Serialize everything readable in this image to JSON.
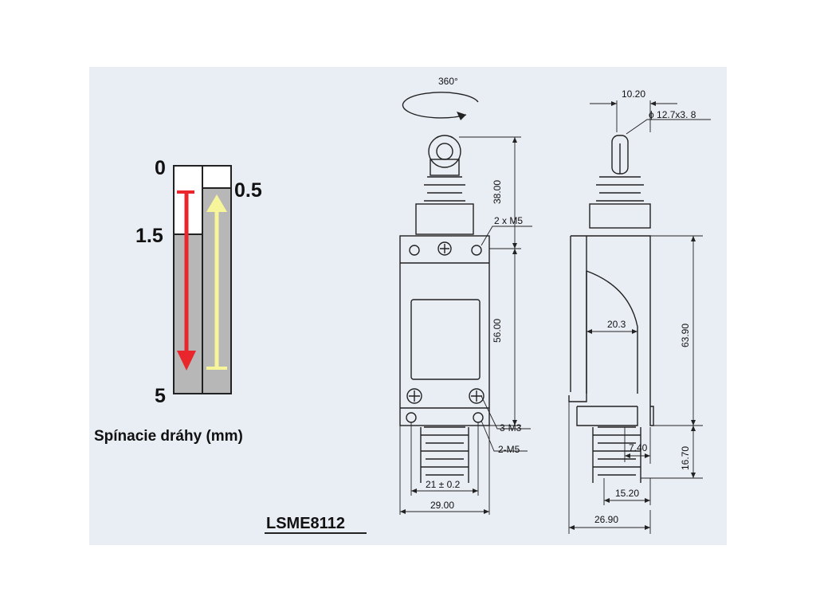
{
  "travel_scale": {
    "caption": "Spínacie dráhy (mm)",
    "tick_0": "0",
    "tick_0_5": "0.5",
    "tick_1_5": "1.5",
    "tick_5": "5",
    "operating_color": "#e8262b",
    "release_color": "#f7f59a",
    "bar_color": "#b7b7b7"
  },
  "model": "LSME8112",
  "front_view": {
    "rotation": "360°",
    "dim_head_height": "38.00",
    "dim_body_height": "56.00",
    "dim_mount_holes": "2 x M5",
    "dim_screws": "3-M3",
    "dim_bottom_holes": "2-M5",
    "dim_conduit": "21 ± 0.2",
    "dim_width": "29.00"
  },
  "side_view": {
    "dim_roller_offset": "10.20",
    "dim_roller": "ϕ 12.7x3. 8",
    "dim_cam_depth": "20.3",
    "dim_body_height": "63.90",
    "dim_conduit_length": "16.70",
    "dim_conduit_offset": "7.40",
    "dim_conduit_pos": "15.20",
    "dim_depth": "26.90"
  }
}
